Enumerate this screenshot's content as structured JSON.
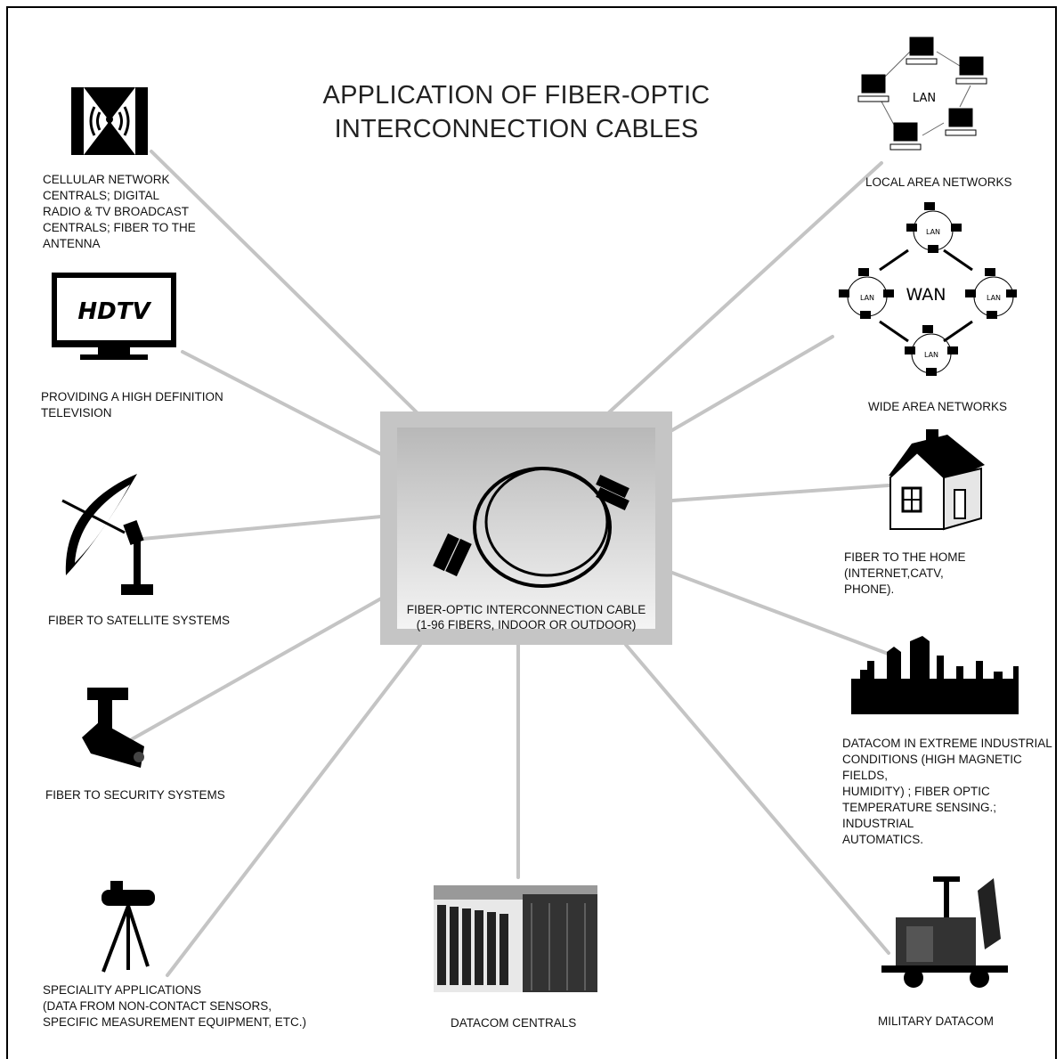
{
  "title_line1": "APPLICATION OF FIBER-OPTIC",
  "title_line2": "INTERCONNECTION CABLES",
  "center": {
    "caption_line1": "FIBER-OPTIC INTERCONNECTION CABLE",
    "caption_line2": "(1-96  FIBERS, INDOOR OR OUTDOOR)"
  },
  "icons": {
    "hdtv_logo": "HDTV",
    "lan_text": "LAN",
    "wan_text": "WAN"
  },
  "applications": [
    {
      "lines": [
        "CELLULAR NETWORK",
        "CENTRALS; DIGITAL",
        "RADIO & TV BROADCAST",
        "CENTRALS; FIBER TO THE",
        "ANTENNA"
      ]
    },
    {
      "lines": [
        "PROVIDING A HIGH DEFINITION",
        "TELEVISION"
      ]
    },
    {
      "lines": [
        "FIBER  TO SATELLITE SYSTEMS"
      ]
    },
    {
      "lines": [
        "FIBER TO SECURITY SYSTEMS"
      ]
    },
    {
      "lines": [
        "SPECIALITY APPLICATIONS",
        "(DATA FROM NON-CONTACT SENSORS,",
        "SPECIFIC MEASUREMENT EQUIPMENT, ETC.)"
      ]
    },
    {
      "lines": [
        "DATACOM  CENTRALS"
      ]
    },
    {
      "lines": [
        "MILITARY DATACOM"
      ]
    },
    {
      "lines": [
        "DATACOM IN EXTREME INDUSTRIAL",
        "CONDITIONS (HIGH MAGNETIC FIELDS,",
        "HUMIDITY) ; FIBER OPTIC",
        "TEMPERATURE SENSING.; INDUSTRIAL",
        "AUTOMATICS."
      ]
    },
    {
      "lines": [
        "FIBER TO THE HOME (INTERNET,CATV,",
        "PHONE)."
      ]
    },
    {
      "lines": [
        "WIDE AREA NETWORKS"
      ]
    },
    {
      "lines": [
        "LOCAL AREA NETWORKS"
      ]
    }
  ]
}
